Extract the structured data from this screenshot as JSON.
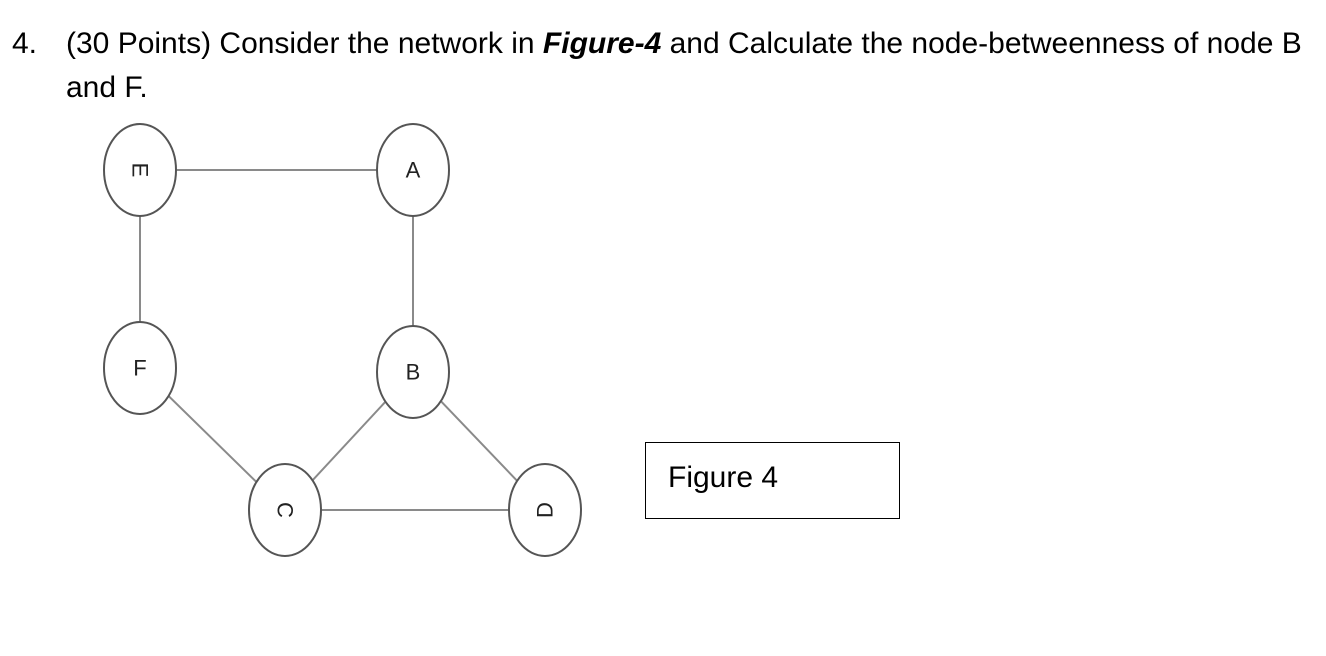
{
  "question": {
    "number": "4.",
    "prefix": "(30 Points) Consider the network in ",
    "figure_ref": "Figure-4",
    "suffix": " and Calculate the node-betweenness of node B and F."
  },
  "figure": {
    "caption": "Figure 4",
    "nodes": [
      {
        "id": "E",
        "label": "E"
      },
      {
        "id": "A",
        "label": "A"
      },
      {
        "id": "F",
        "label": "F"
      },
      {
        "id": "B",
        "label": "B"
      },
      {
        "id": "C",
        "label": "C"
      },
      {
        "id": "D",
        "label": "D"
      }
    ],
    "edges": [
      [
        "E",
        "A"
      ],
      [
        "E",
        "F"
      ],
      [
        "A",
        "B"
      ],
      [
        "F",
        "C"
      ],
      [
        "B",
        "C"
      ],
      [
        "B",
        "D"
      ],
      [
        "C",
        "D"
      ]
    ]
  },
  "colors": {
    "node_stroke": "#555555",
    "edge": "#8a8a8a",
    "text": "#000000"
  }
}
